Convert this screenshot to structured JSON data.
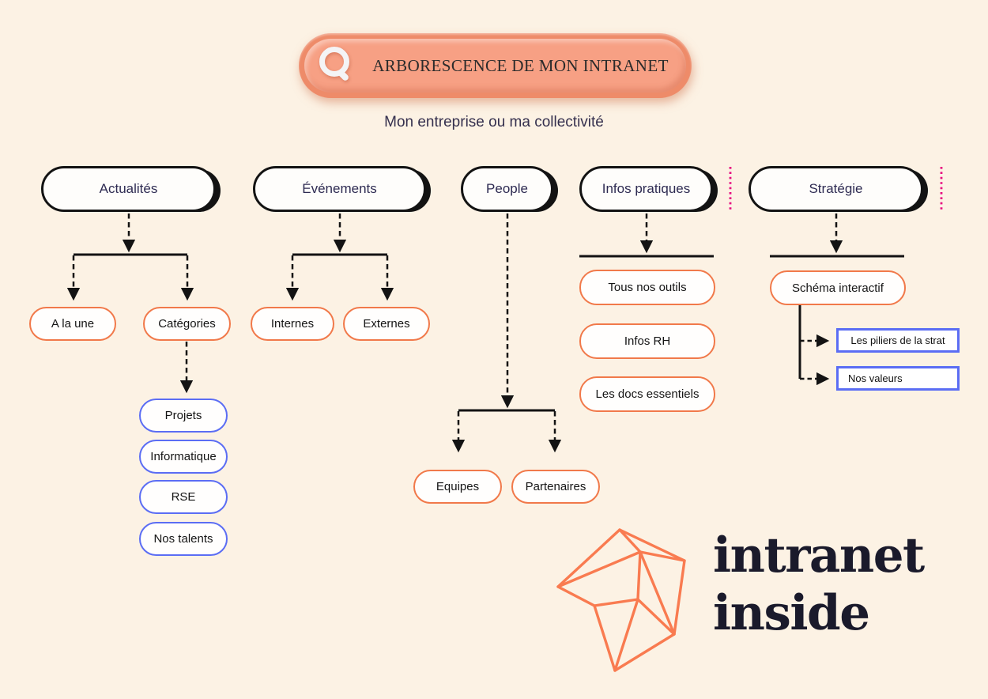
{
  "header": {
    "title": "ARBORESCENCE DE MON INTRANET",
    "subtitle": "Mon entreprise ou ma collectivité",
    "icon": "search-icon"
  },
  "tree": {
    "main": [
      {
        "label": "Actualités"
      },
      {
        "label": "Événements"
      },
      {
        "label": "People"
      },
      {
        "label": "Infos pratiques"
      },
      {
        "label": "Stratégie"
      }
    ],
    "actualites": [
      {
        "label": "A la une"
      },
      {
        "label": "Catégories"
      }
    ],
    "categories": [
      {
        "label": "Projets"
      },
      {
        "label": "Informatique"
      },
      {
        "label": "RSE"
      },
      {
        "label": "Nos talents"
      }
    ],
    "evenements": [
      {
        "label": "Internes"
      },
      {
        "label": "Externes"
      }
    ],
    "people": [
      {
        "label": "Equipes"
      },
      {
        "label": "Partenaires"
      }
    ],
    "infos_pratiques": [
      {
        "label": "Tous nos outils"
      },
      {
        "label": "Infos RH"
      },
      {
        "label": "Les docs essentiels"
      }
    ],
    "strategie": [
      {
        "label": "Schéma interactif"
      }
    ],
    "schema_interactif": [
      {
        "label": "Les piliers de la strat"
      },
      {
        "label": "Nos valeurs"
      }
    ]
  },
  "logo": {
    "line1": "intranet",
    "line2": "inside"
  },
  "colors": {
    "background": "#fcf2e4",
    "accent_orange": "#f1794a",
    "accent_blue": "#5b6df4",
    "accent_pink": "#e60b80",
    "header_fill": "#f7a084",
    "header_rim": "#ee8b69",
    "line_black": "#131313",
    "main_node_text": "#2e2b52",
    "logo_navy": "#1a1a2b",
    "logo_orange": "#f97b50"
  }
}
